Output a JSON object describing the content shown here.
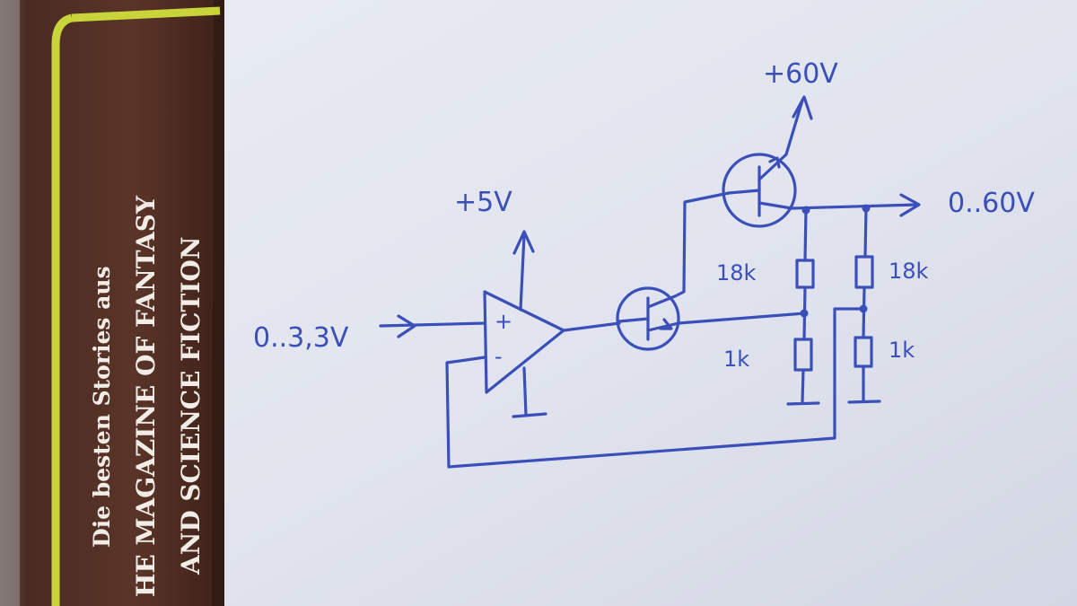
{
  "book_spine": {
    "line_1": "Die besten Stories aus",
    "line_2": "HE MAGAZINE OF FANTASY",
    "line_3": "AND SCIENCE FICTION"
  },
  "schematic": {
    "input_label": "0..3,3V",
    "supply_opamp": "+5V",
    "supply_high": "+60V",
    "output_label": "0..60V",
    "opamp_plus": "+",
    "opamp_minus": "-",
    "resistors": [
      {
        "label": "18k"
      },
      {
        "label": "18k"
      },
      {
        "label": "1k"
      },
      {
        "label": "1k"
      }
    ]
  },
  "colors": {
    "ink": "#3b4fb8",
    "paper": "#e6e9f1",
    "spine": "#4a2b22",
    "spine_stripe": "#c9d43a"
  }
}
